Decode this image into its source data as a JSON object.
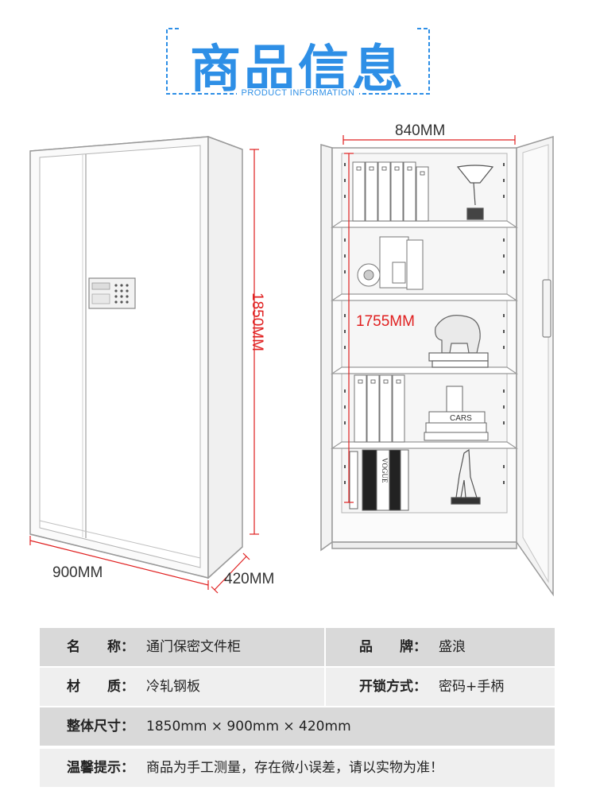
{
  "header": {
    "title": "商品信息",
    "subtitle": "PRODUCT INFORMATION"
  },
  "dimensions": {
    "width_label": "900MM",
    "depth_label": "420MM",
    "height_label": "1850MM",
    "inner_width_label": "840MM",
    "inner_height_label": "1755MM"
  },
  "decor": {
    "cars_book": "CARS",
    "vogue": "VOGUE"
  },
  "colors": {
    "accent_blue": "#2e8fe6",
    "dimension_red": "#e02020",
    "table_gray": "#d9d9d9",
    "table_light": "#efefef"
  },
  "specs": {
    "name_label": "名　　称：",
    "name_value": "通门保密文件柜",
    "brand_label": "品　　牌：",
    "brand_value": "盛浪",
    "material_label": "材　　质：",
    "material_value": "冷轧钢板",
    "lock_label": "开锁方式：",
    "lock_value": "密码+手柄",
    "size_label": "整体尺寸：",
    "size_value": "1850mm × 900mm × 420mm",
    "note_label": "温馨提示：",
    "note_value": "商品为手工测量，存在微小误差，请以实物为准！"
  }
}
